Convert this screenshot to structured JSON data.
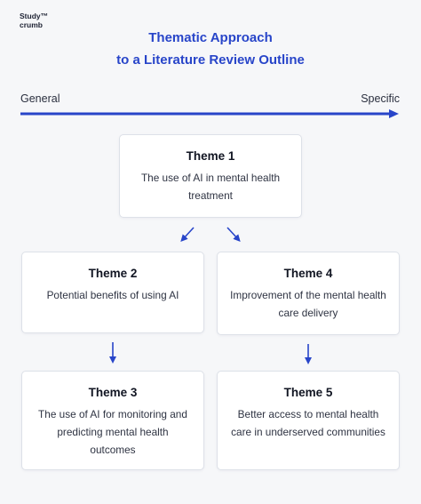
{
  "logo": {
    "line1": "Study™",
    "line2": "crumb"
  },
  "title": {
    "line1": "Thematic Approach",
    "line2": "to a Literature Review Outline"
  },
  "axis": {
    "left_label": "General",
    "right_label": "Specific"
  },
  "themes": [
    {
      "title": "Theme 1",
      "description": "The use of AI in mental health treatment"
    },
    {
      "title": "Theme 2",
      "description": "Potential benefits of using AI"
    },
    {
      "title": "Theme 4",
      "description": "Improvement of the mental health care delivery"
    },
    {
      "title": "Theme 3",
      "description": "The use of AI for monitoring and predicting mental health outcomes"
    },
    {
      "title": "Theme 5",
      "description": "Better access to mental health care in underserved communities"
    }
  ],
  "colors": {
    "accent": "#2845c9",
    "card_border": "#dde1e8",
    "background": "#f6f7f9"
  }
}
